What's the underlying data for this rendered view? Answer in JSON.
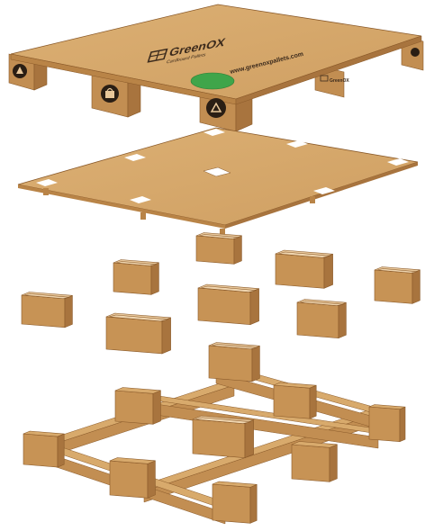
{
  "brand": {
    "name": "GreenOX",
    "tagline": "Cardboard Pallets",
    "website": "www.greenoxpallets.com",
    "side_label": "GreenOX"
  },
  "colors": {
    "cardboard_top": "#d8aa6c",
    "cardboard_side": "#c28e52",
    "cardboard_dark": "#a8743e",
    "cardboard_inner": "#e8c79a",
    "edge": "#8a5a2a",
    "eco_badge": "#3fa54a",
    "logo_ink": "#3b2a1c",
    "icon_circle": "#2a1e14",
    "background": "#ffffff"
  },
  "icons": [
    "rocket-icon",
    "recycle-icon",
    "shopping-bag-icon",
    "recycle-icon"
  ],
  "layers": [
    "top-deck",
    "slip-sheet",
    "blocks",
    "base-frame"
  ]
}
